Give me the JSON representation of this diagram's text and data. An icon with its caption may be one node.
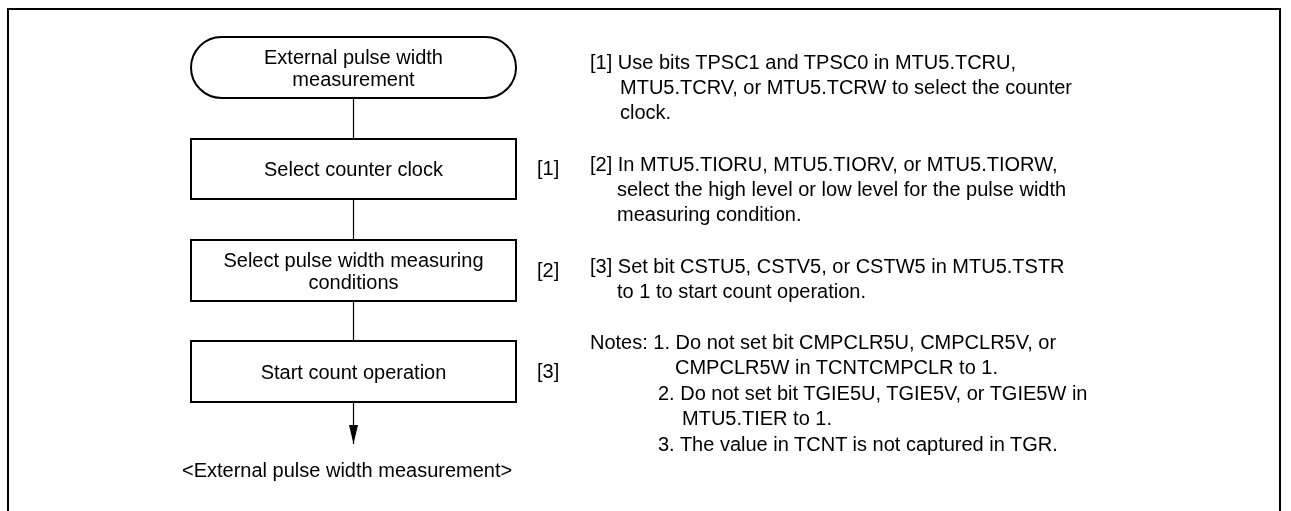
{
  "diagram": {
    "caption": "<External pulse width measurement>",
    "nodes": [
      {
        "text": [
          "External pulse width measurement"
        ]
      },
      {
        "text": [
          "Select counter clock"
        ],
        "beside": [
          "[1]"
        ]
      },
      {
        "text": [
          "Select pulse width measuring conditions"
        ],
        "beside": [
          "[2]"
        ]
      },
      {
        "text": [
          "Start count operation"
        ],
        "beside": [
          "[3]"
        ]
      }
    ],
    "edges": [
      {
        "from": 0,
        "to": 1,
        "arrow": "none"
      },
      {
        "from": 1,
        "to": 2,
        "arrow": "none"
      },
      {
        "from": 2,
        "to": 3,
        "arrow": "none"
      },
      {
        "from": 3,
        "to": null,
        "arrow": "to"
      }
    ],
    "labels": [
      "[1] Use bits TPSC1 and TPSC0 in MTU5.TCRU, MTU5.TCRV, or MTU5.TCRW to select the counter clock.",
      "[2] In MTU5.TIORU, MTU5.TIORV, or MTU5.TIORW, select the high level or low level for the pulse width measuring condition.",
      "[3] Set bit CSTU5, CSTV5, or CSTW5 in MTU5.TSTR to 1 to start count operation.",
      "Notes: 1. Do not set bit CMPCLR5U, CMPCLR5V, or CMPCLR5W in TCNTCMPCLR to 1.",
      "2. Do not set bit TGIE5U, TGIE5V, or TGIE5W in MTU5.TIER to 1.",
      "3. The value in TCNT is not captured in TGR."
    ]
  }
}
